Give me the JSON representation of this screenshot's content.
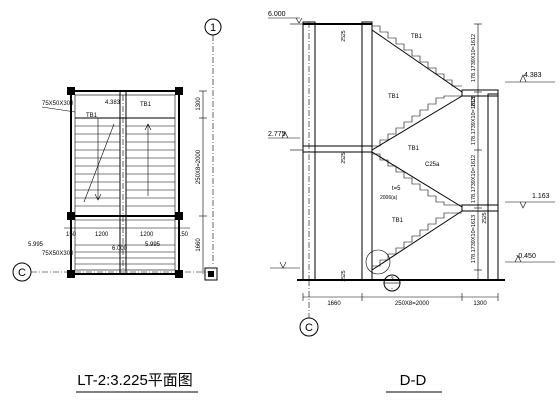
{
  "plan": {
    "title": "LT-2:3.225平面图",
    "axis_top": "1",
    "axis_left": "C",
    "lbl_angle_top": "75X50X300",
    "lbl_angle_bot": "75X50X300",
    "lbl_elev_top": "4.383",
    "lbl_elev_plat1": "5.995",
    "lbl_elev_plat2": "5.995",
    "lbl_elev_mid": "6.000",
    "lbl_tag1": "TB1",
    "lbl_tag2": "TB1",
    "dim_1300": "1300",
    "dim_steps": "250X8=2000",
    "dim_1660": "1660",
    "dim_150a": "150",
    "dim_1200a": "1200",
    "dim_1200b": "1200",
    "dim_150b": "150"
  },
  "section": {
    "title": "D-D",
    "axis_bottom": "C",
    "elev_6000": "6.000",
    "elev_4383": "4.383",
    "elev_2775": "2.775",
    "elev_1163": "1.163",
    "elev_m0450": "-0.450",
    "tag_tb1_a": "TB1",
    "tag_tb1_b": "TB1",
    "tag_tb1_c": "TB1",
    "tag_tb1_d": "TB1",
    "tag_2525_a": "2525",
    "tag_2525_b": "2525",
    "tag_2525_c": "2525",
    "tag_2525_d": "2525",
    "tag_2525_e": "2525",
    "tag_c25a": "C25a",
    "tag_t5": "t=5",
    "tag_note": "2006(a)",
    "flight_1": "178.1739X10=1612",
    "flight_2": "178.1739X10=1613",
    "flight_3": "178.1739X10=1612",
    "flight_4": "178.1739X10=1613",
    "detail_num": "2",
    "detail_sheet": "-",
    "dim_1660": "1660",
    "dim_steps": "250X8=2000",
    "dim_1300": "1300"
  }
}
